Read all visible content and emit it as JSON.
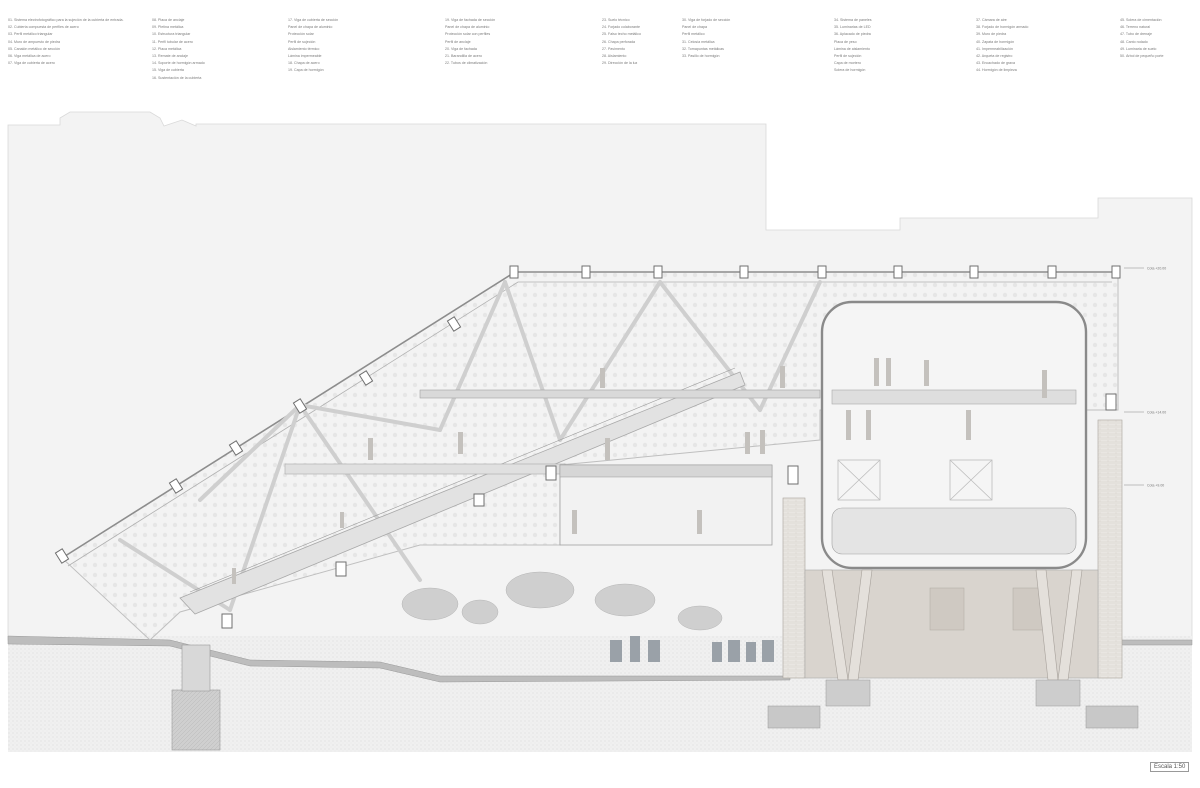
{
  "legend": [
    [
      "01. Sistema electrofotográfico para la sujeción de la cubierta de entrada.",
      "02. Cubierta compuesta de perfiles de acero",
      "03. Perfil metálico triangular",
      "04. Muro de ampuesto de piedra",
      "05. Canalón metálico de sección",
      "06. Viga metálica de acero",
      "07. Viga de cubierta de acero"
    ],
    [
      "08. Placa de anclaje",
      "09. Pletina metálica",
      "10. Estructura triangular",
      "11. Perfil tubular de acero",
      "12. Placa metálica",
      "13. Remate de anclaje",
      "14. Soporte de hormigón armado",
      "15. Viga de cubierta",
      "16. Sustentación de la cubierta"
    ],
    [
      "17. Viga de cubierta de sección",
      "Panel de chapa de aluminio",
      "Protección solar",
      "Perfil de sujeción",
      "Aislamiento térmico",
      "Lámina impermeable",
      "18. Chapa de acero",
      "19. Capa de hormigón"
    ],
    [
      "19. Viga de fachada de sección",
      "Panel de chapa de aluminio",
      "Protección solar con perfiles",
      "Perfil de anclaje",
      "20. Viga de fachada",
      "21. Barandilla de acero",
      "22. Tubos de climatización"
    ],
    [
      "23. Suelo técnico",
      "24. Forjado colaborante",
      "25. Falso techo metálico",
      "26. Chapa perforada",
      "27. Pavimento",
      "28. Aislamiento",
      "29. Dirección de la luz"
    ],
    [
      "30. Viga de forjado de sección",
      "Panel de chapa",
      "Perfil metálico",
      "31. Celosía metálica",
      "32. Tornapuntas metálicas",
      "33. Pasillo de hormigón"
    ],
    [
      "34. Sistema de paneles",
      "35. Luminarias de LED",
      "36. Aplacado de piedra",
      "Placa de yeso",
      "Lámina de aislamiento",
      "Perfil de sujeción",
      "Capa de mortero",
      "Solera de hormigón"
    ],
    [
      "37. Cámara de aire",
      "38. Forjado de hormigón armado",
      "39. Muro de piedra",
      "40. Zapata de hormigón",
      "41. Impermeabilización",
      "42. Arqueta de registro",
      "43. Encachado de grava",
      "44. Hormigón de limpieza"
    ],
    [
      "45. Solera de cimentación",
      "46. Terreno natural",
      "47. Tubo de drenaje",
      "48. Canto rodado",
      "49. Luminaria de suelo",
      "50. Árbol de pequeño porte"
    ]
  ],
  "levels": [
    "Cota +20.00",
    "Cota +14.00",
    "Cota +9.00"
  ],
  "scale_label": "Escala 1:50"
}
